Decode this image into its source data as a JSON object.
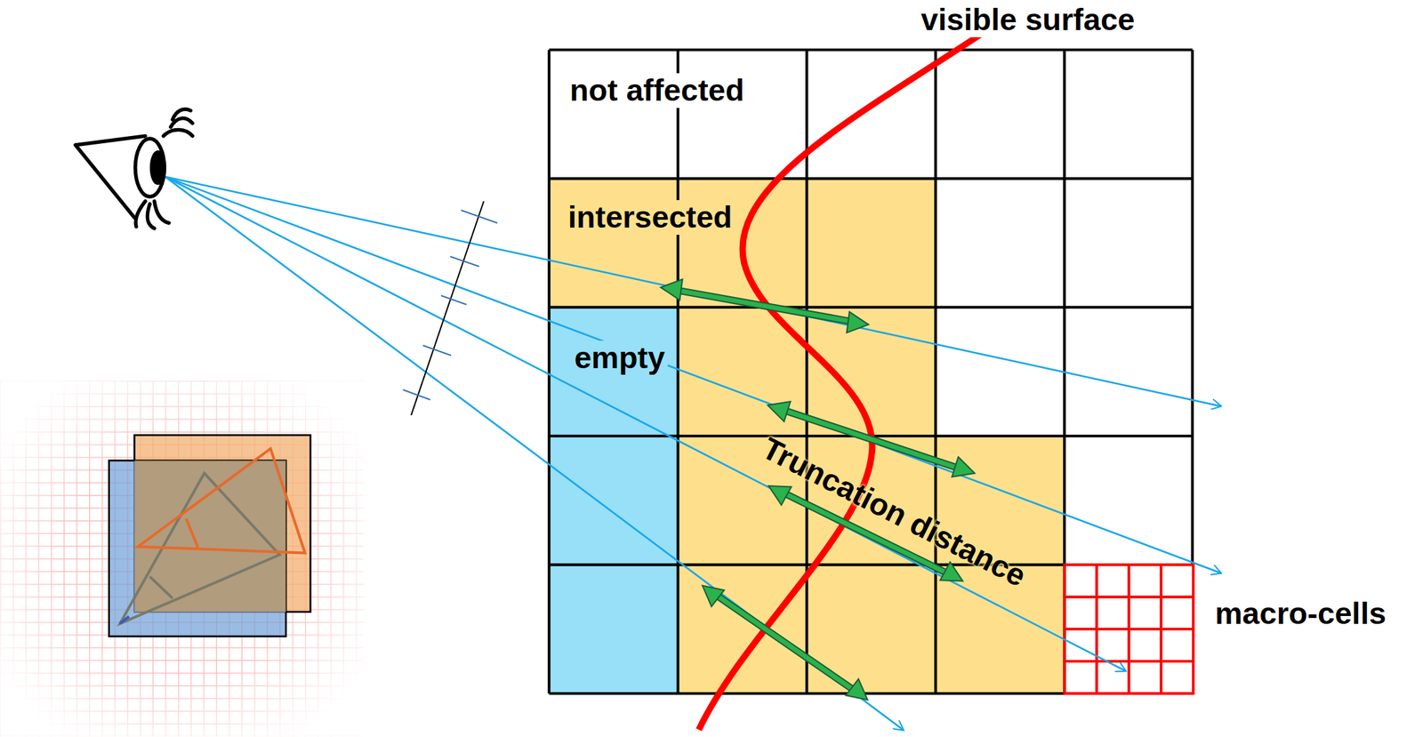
{
  "diagram": {
    "labels": [
      "visible surface",
      "not affected",
      "intersected",
      "empty",
      "Truncation distance",
      "macro-cells"
    ]
  }
}
